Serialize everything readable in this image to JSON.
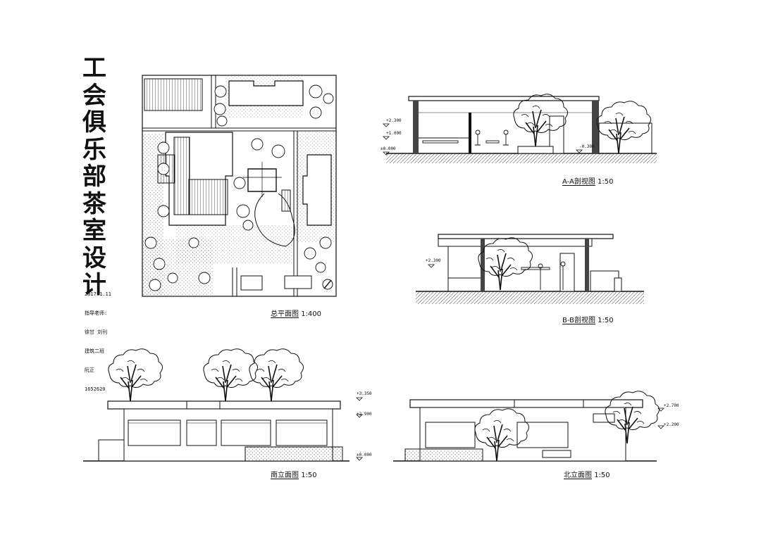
{
  "sheet": {
    "title_chars": [
      "工",
      "会",
      "俱",
      "乐",
      "部",
      "茶",
      "室",
      "设",
      "计"
    ],
    "meta_lines": [
      "2017.1.11",
      "指导老师:",
      "徐甘  刘刊",
      "建筑二班",
      "阮正",
      "1652620"
    ]
  },
  "drawings": {
    "site_plan": {
      "caption_cn": "总平面图",
      "caption_scale": "1:400"
    },
    "section_aa": {
      "caption_cn": "A-A剖视图",
      "caption_scale": "1:50",
      "levels": [
        "+2.300",
        "+1.000",
        "±0.000",
        "-0.300"
      ]
    },
    "section_bb": {
      "caption_cn": "B-B剖视图",
      "caption_scale": "1:50",
      "levels": [
        "+2.300"
      ]
    },
    "south_elevation": {
      "caption_cn": "南立面图",
      "caption_scale": "1:50",
      "levels": [
        "+3.350",
        "+2.900",
        "±0.000"
      ]
    },
    "north_elevation": {
      "caption_cn": "北立面图",
      "caption_scale": "1:50",
      "levels": [
        "+2.700",
        "+2.200"
      ]
    }
  }
}
